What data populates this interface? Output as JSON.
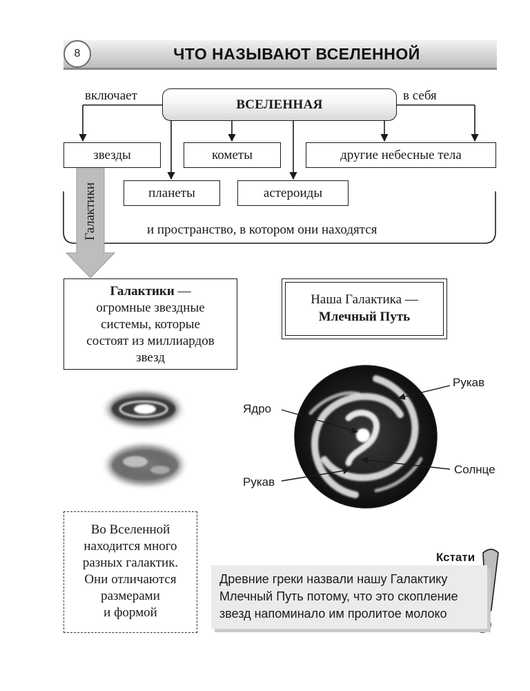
{
  "header": {
    "page_number": "8",
    "title": "ЧТО НАЗЫВАЮТ ВСЕЛЕННОЙ"
  },
  "diagram": {
    "center": "ВСЕЛЕННАЯ",
    "left_caption": "включает",
    "right_caption": "в себя",
    "items": {
      "stars": "звезды",
      "comets": "кометы",
      "other_bodies": "другие небесные тела",
      "planets": "планеты",
      "asteroids": "астероиды"
    },
    "space_caption": "и пространство, в котором они находятся",
    "galaxies_arrow_label": "Галактики"
  },
  "galaxies_definition": {
    "term": "Галактики",
    "dash": " —",
    "lines": [
      "огромные звездные",
      "системы, которые",
      "состоят из миллиардов",
      "звезд"
    ]
  },
  "milky_way_box": {
    "line1": "Наша Галактика —",
    "line2": "Млечный Путь"
  },
  "milky_way_labels": {
    "core": "Ядро",
    "arm_top": "Рукав",
    "arm_bottom": "Рукав",
    "sun": "Солнце"
  },
  "many_galaxies": {
    "lines": [
      "Во Вселенной",
      "находится много",
      "разных галактик.",
      "Они отличаются",
      "размерами",
      "и формой"
    ]
  },
  "note": {
    "title": "Кстати",
    "lines": [
      "Древние греки назвали нашу Галактику",
      "Млечный Путь потому, что это скопление",
      "звезд напоминало им пролитое молоко"
    ]
  }
}
